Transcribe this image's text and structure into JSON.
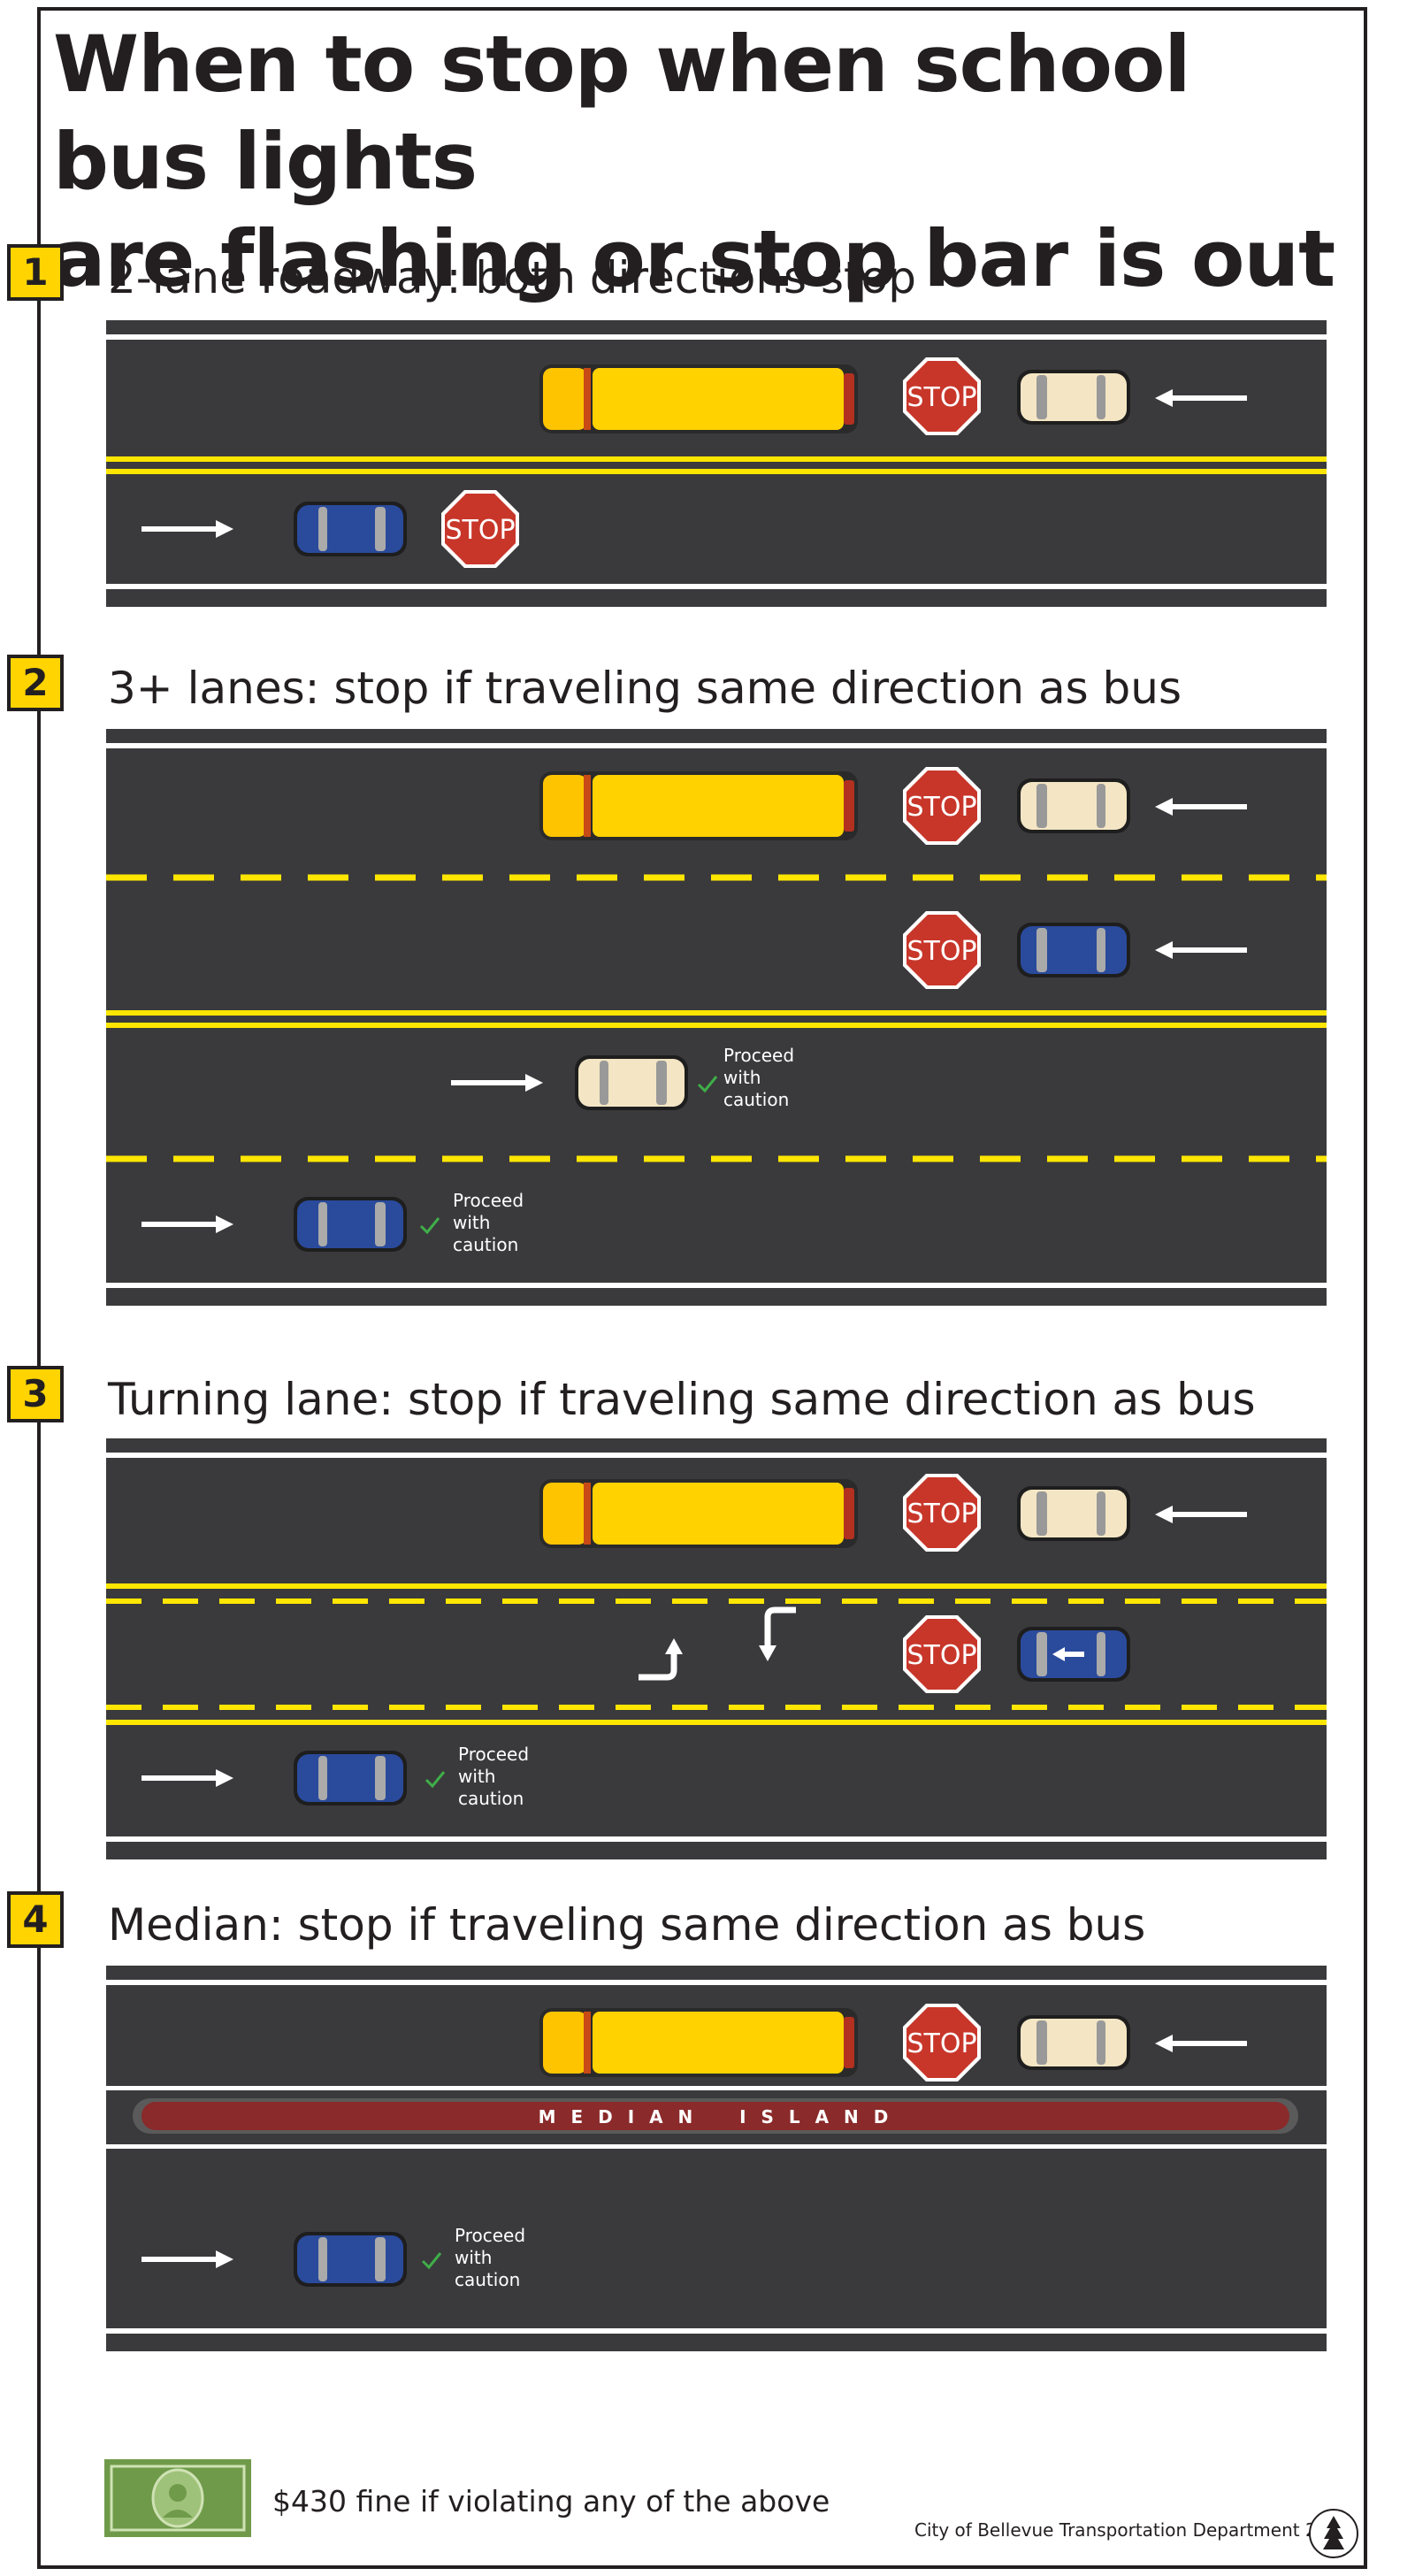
{
  "title_line1": "When to stop when school bus lights",
  "title_line2": "are flashing or stop bar is out",
  "stop_label": "STOP",
  "proceed_lines": [
    "Proceed",
    "with",
    "caution"
  ],
  "median_label": "M E D I A N    I S L A N D",
  "sections": [
    {
      "number": "1",
      "heading": "2-lane roadway: both directions stop"
    },
    {
      "number": "2",
      "heading": "3+ lanes: stop if traveling same direction as bus"
    },
    {
      "number": "3",
      "heading": "Turning lane: stop if traveling same direction as bus"
    },
    {
      "number": "4",
      "heading": "Median: stop if traveling same direction as bus"
    }
  ],
  "fine_text": "$430 fine if violating any of the above",
  "credit": "City of Bellevue Transportation Department 2015",
  "colors": {
    "road": "#3a3a3c",
    "lane_yellow": "#ffe600",
    "bus_yellow": "#ffd200",
    "stop_red": "#c8362a",
    "car_blue": "#2a4a9c",
    "car_cream": "#f4e6c4",
    "median_red": "#8a2a2a",
    "money_green": "#6f9a4a",
    "check_green": "#3fae49",
    "badge_yellow": "#ffd400"
  },
  "icons": [
    "right-arrow-icon",
    "left-arrow-icon",
    "stop-sign-icon",
    "check-icon",
    "turn-arrow-icon",
    "dollar-bill-icon",
    "city-seal-icon"
  ]
}
